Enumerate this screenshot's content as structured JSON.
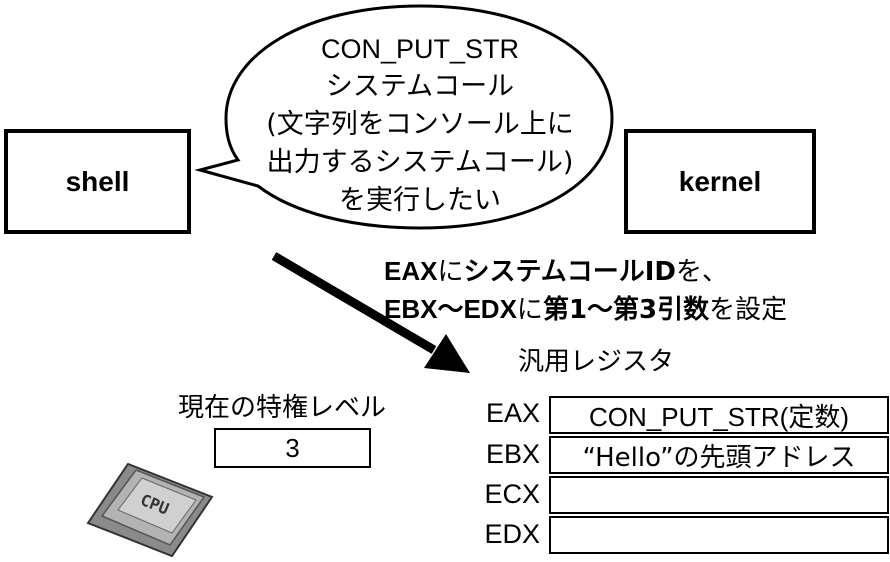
{
  "shell_box": {
    "label": "shell"
  },
  "kernel_box": {
    "label": "kernel"
  },
  "speech_bubble": {
    "lines": [
      "CON_PUT_STR",
      "システムコール",
      "(文字列をコンソール上に",
      "出力するシステムコール)",
      "を実行したい"
    ]
  },
  "instruction": {
    "line1": {
      "a": "EAX",
      "b": "に",
      "c": "システムコールID",
      "d": "を、"
    },
    "line2": {
      "a": "EBX〜EDX",
      "b": "に",
      "c": "第1〜第3引数",
      "d": "を設定"
    }
  },
  "registers": {
    "title": "汎用レジスタ",
    "rows": [
      {
        "name": "EAX",
        "value": "CON_PUT_STR(定数)"
      },
      {
        "name": "EBX",
        "value": "“Hello”の先頭アドレス"
      },
      {
        "name": "ECX",
        "value": ""
      },
      {
        "name": "EDX",
        "value": ""
      }
    ]
  },
  "privilege": {
    "title": "現在の特権レベル",
    "value": "3"
  },
  "cpu_chip": {
    "label": "CPU"
  }
}
